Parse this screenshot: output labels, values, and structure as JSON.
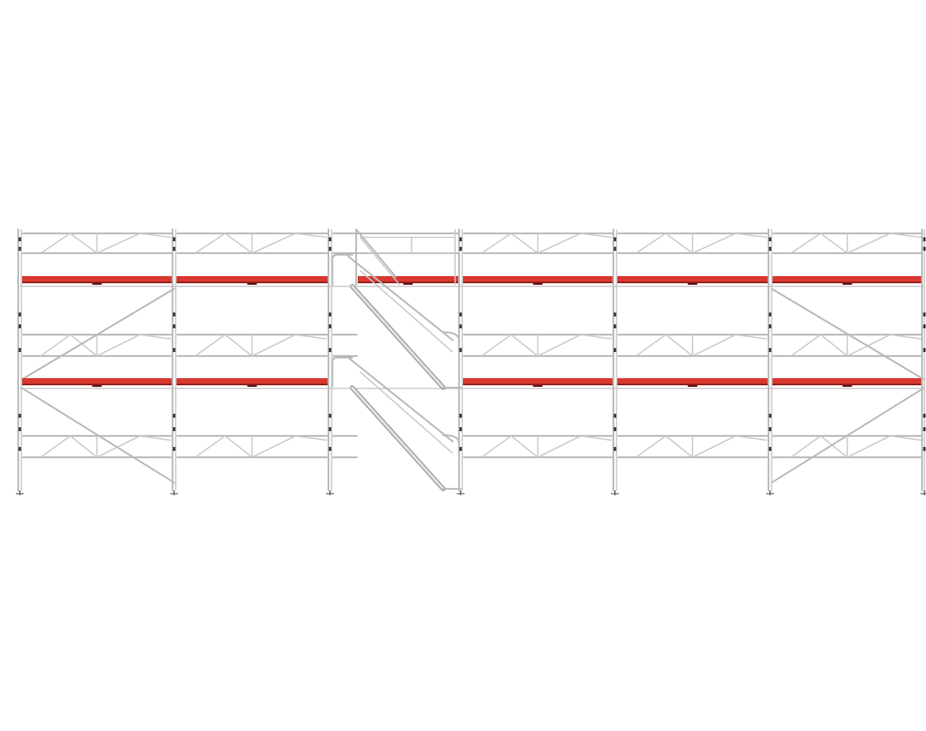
{
  "drawing": {
    "description_visible_text": "",
    "colors": {
      "background": "#ffffff",
      "frame_tube": "#b9b9b9",
      "brace": "#c8c8c8",
      "deck_red": "#c8322b",
      "deck_dark": "#8f1d18",
      "coupler": "#333333"
    },
    "components": {
      "bays": 6,
      "levels": 2,
      "stair_bay_index": 3,
      "diagonal_brace_bays": [
        1,
        6
      ],
      "decks_per_level": 5
    },
    "icons": [
      "scaffold-frame-icon",
      "deck-plank-icon",
      "stair-flight-icon",
      "base-jack-icon"
    ]
  }
}
